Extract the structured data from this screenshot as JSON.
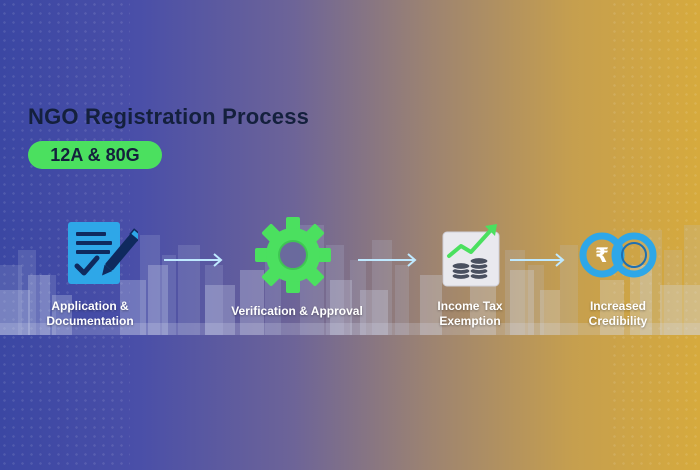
{
  "header": {
    "title": "NGO Registration Process",
    "badge": "12A & 80G"
  },
  "steps": [
    {
      "line1": "Application &",
      "line2": "Documentation",
      "icon": "document-pen-icon"
    },
    {
      "line1": "Verification & Approval",
      "line2": "",
      "icon": "gear-icon"
    },
    {
      "line1": "Income Tax",
      "line2": "Exemption",
      "icon": "growth-chart-coins-icon"
    },
    {
      "line1": "Increased",
      "line2": "Credibility",
      "icon": "rupee-link-icon"
    }
  ],
  "icons": {
    "rupee_symbol": "₹"
  },
  "colors": {
    "gradient_left": "#3b47a3",
    "gradient_right": "#d6aa3d",
    "accent_green": "#4be05f",
    "icon_blue": "#2ea7e8",
    "title_dark": "#14203d",
    "arrow": "#bfe9ff"
  }
}
